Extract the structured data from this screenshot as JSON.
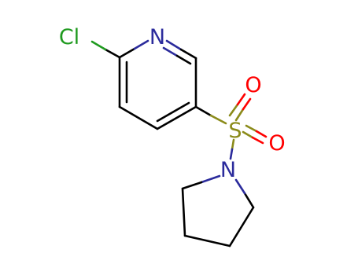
{
  "molecule": {
    "atoms": {
      "cl": {
        "label": "Cl",
        "color": "#1f9a1f"
      },
      "n_ring": {
        "label": "N",
        "color": "#2b2b9c"
      },
      "s": {
        "label": "S",
        "color": "#8b8b1a"
      },
      "o_top": {
        "label": "O",
        "color": "#ff0000"
      },
      "o_right": {
        "label": "O",
        "color": "#ff0000"
      },
      "n_pyrrolidine": {
        "label": "N",
        "color": "#2b2b9c"
      }
    },
    "bond_color": "#000000"
  }
}
